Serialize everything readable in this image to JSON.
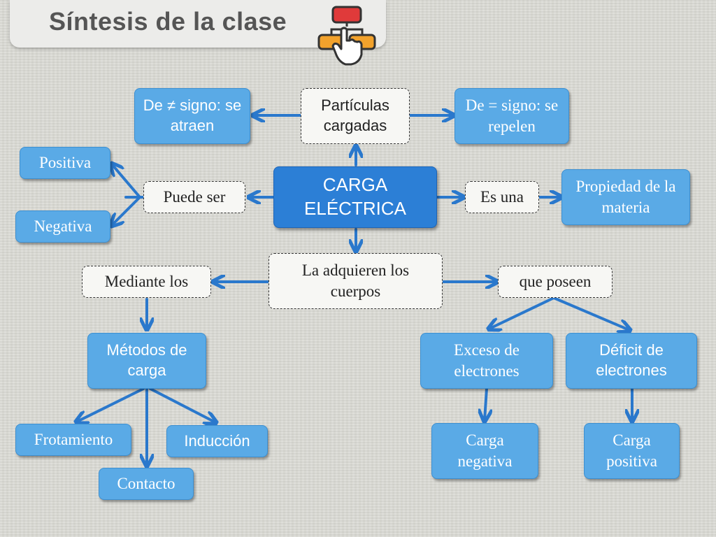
{
  "title": "Síntesis de la clase",
  "central": "CARGA ELÉCTRICA",
  "nodes": {
    "particulas": "Partículas cargadas",
    "atraen": "De ≠ signo: se atraen",
    "repelen": "De = signo: se repelen",
    "puede_ser": "Puede ser",
    "positiva": "Positiva",
    "negativa": "Negativa",
    "es_una": "Es una",
    "propiedad": "Propiedad de la materia",
    "adquieren": "La adquieren los cuerpos",
    "mediante": "Mediante los",
    "metodos": "Métodos de carga",
    "frotamiento": "Frotamiento",
    "contacto": "Contacto",
    "induccion": "Inducción",
    "que_poseen": "que poseen",
    "exceso": "Exceso de electrones",
    "deficit": "Déficit de electrones",
    "carga_negativa": "Carga negativa",
    "carga_positiva": "Carga positiva"
  },
  "colors": {
    "node_blue": "#5aaae6",
    "central_blue": "#2c7fd6",
    "arrow": "#2a78cc"
  }
}
